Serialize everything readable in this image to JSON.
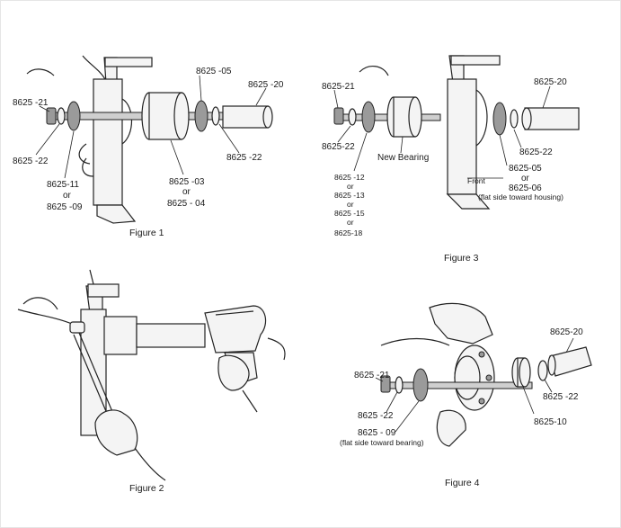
{
  "figures": [
    {
      "caption": "Figure 1",
      "labels": {
        "a": "8625 -21",
        "b": "8625 -22",
        "c": "8625-11",
        "c_or": "or",
        "d": "8625 -09",
        "e": "8625 -05",
        "f": "8625 -20",
        "g": "8625 -22",
        "h": "8625 -03",
        "h_or": "or",
        "i": "8625 - 04"
      }
    },
    {
      "caption": "Figure 2"
    },
    {
      "caption": "Figure 3",
      "labels": {
        "a": "8625-21",
        "b": "8625-22",
        "c": "8625 -12",
        "c_or1": "or",
        "d": "8625 -13",
        "d_or": "or",
        "e": "8625 -15",
        "e_or": "or",
        "f": "8625-18",
        "g": "New Bearing",
        "h": "8625-20",
        "i": "8625-22",
        "j": "8625-05",
        "j_or": "or",
        "k": "8625-06",
        "l": "(flat side toward housing)",
        "m": "Front"
      }
    },
    {
      "caption": "Figure 4",
      "labels": {
        "a": "8625 -21",
        "b": "8625 -22",
        "c": "8625 - 09",
        "d": "(flat side toward bearing)",
        "e": "8625-20",
        "f": "8625 -22",
        "g": "8625-10"
      }
    }
  ]
}
